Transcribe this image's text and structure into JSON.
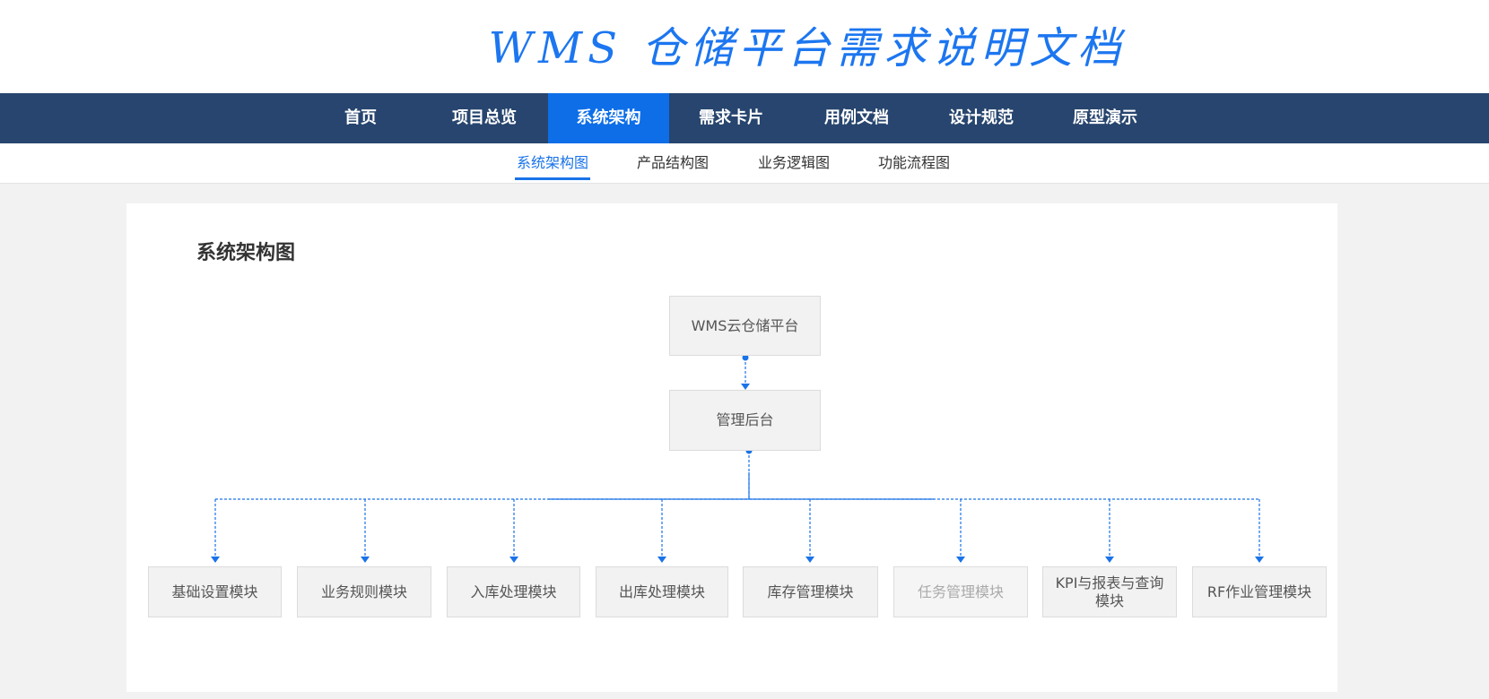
{
  "site_title": "WMS 仓储平台需求说明文档",
  "main_nav": [
    {
      "label": "首页"
    },
    {
      "label": "项目总览"
    },
    {
      "label": "系统架构",
      "active": true
    },
    {
      "label": "需求卡片"
    },
    {
      "label": "用例文档"
    },
    {
      "label": "设计规范"
    },
    {
      "label": "原型演示"
    }
  ],
  "sub_nav": [
    {
      "label": "系统架构图",
      "active": true
    },
    {
      "label": "产品结构图"
    },
    {
      "label": "业务逻辑图"
    },
    {
      "label": "功能流程图"
    }
  ],
  "section_title": "系统架构图",
  "diagram": {
    "root": "WMS云仓储平台",
    "middle": "管理后台",
    "modules": [
      "基础设置模块",
      "业务规则模块",
      "入库处理模块",
      "出库处理模块",
      "库存管理模块",
      "任务管理模块",
      "KPI与报表与查询模块",
      "RF作业管理模块"
    ]
  },
  "colors": {
    "title": "#1c76f0",
    "nav_bg": "#27456e",
    "nav_active": "#0d6ee8",
    "sub_active": "#1a73e8",
    "connector": "#1a73e8"
  }
}
